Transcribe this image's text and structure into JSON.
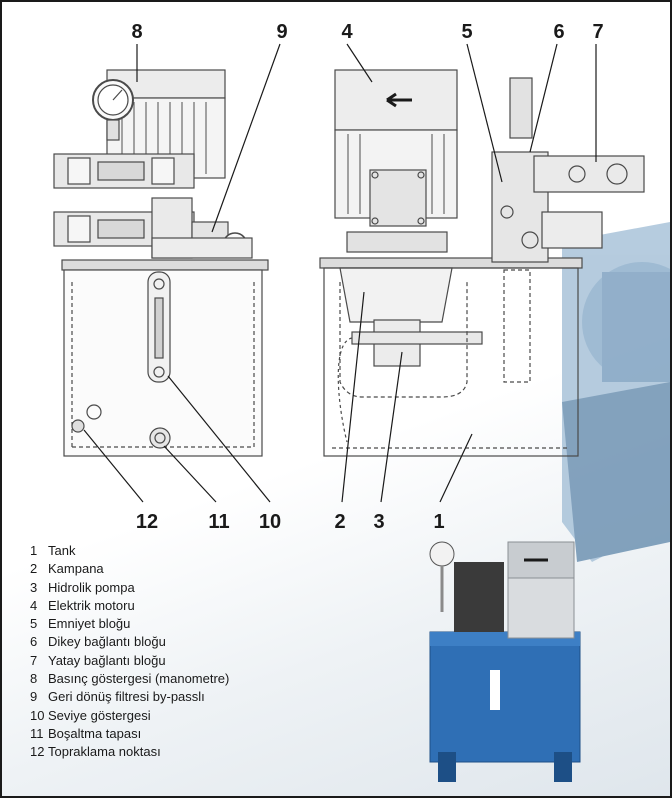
{
  "callouts": [
    "8",
    "9",
    "4",
    "5",
    "6",
    "7",
    "12",
    "11",
    "10",
    "2",
    "3",
    "1"
  ],
  "legend": [
    {
      "num": "1",
      "label": "Tank"
    },
    {
      "num": "2",
      "label": "Kampana"
    },
    {
      "num": "3",
      "label": "Hidrolik pompa"
    },
    {
      "num": "4",
      "label": "Elektrik motoru"
    },
    {
      "num": "5",
      "label": "Emniyet bloğu"
    },
    {
      "num": "6",
      "label": "Dikey bağlantı bloğu"
    },
    {
      "num": "7",
      "label": "Yatay bağlantı bloğu"
    },
    {
      "num": "8",
      "label": "Basınç göstergesi (manometre)"
    },
    {
      "num": "9",
      "label": "Geri dönüş filtresi by-passlı"
    },
    {
      "num": "10",
      "label": "Seviye göstergesi"
    },
    {
      "num": "11",
      "label": "Boşaltma tapası"
    },
    {
      "num": "12",
      "label": "Topraklama noktası"
    }
  ],
  "colors": {
    "tank_blue": "#2f6fb5",
    "motor_grey": "#d9dcdf",
    "line": "#4a4a4a"
  }
}
